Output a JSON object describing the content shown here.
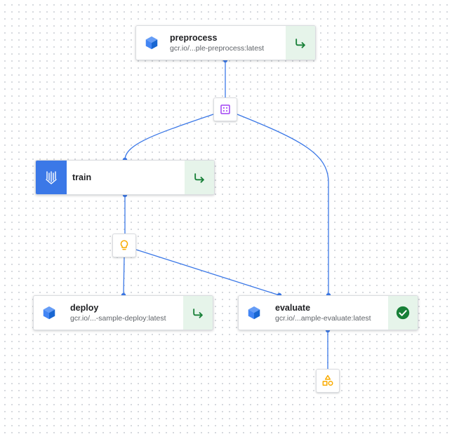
{
  "nodes": {
    "preprocess": {
      "title": "preprocess",
      "image": "gcr.io/...ple-preprocess:latest",
      "icon": "cube-icon",
      "status": "cached"
    },
    "train": {
      "title": "train",
      "image": "",
      "icon": "vertex-training-icon",
      "status": "cached"
    },
    "deploy": {
      "title": "deploy",
      "image": "gcr.io/...-sample-deploy:latest",
      "icon": "cube-icon",
      "status": "cached"
    },
    "evaluate": {
      "title": "evaluate",
      "image": "gcr.io/...ample-evaluate:latest",
      "icon": "cube-icon",
      "status": "succeeded"
    }
  },
  "artifacts": {
    "dataset": {
      "icon": "dataset-grid-icon"
    },
    "model": {
      "icon": "lightbulb-icon"
    },
    "metrics": {
      "icon": "shapes-icon"
    }
  },
  "colors": {
    "edge": "#3b78e7",
    "status_bg": "#e6f4ea",
    "status_icon": "#188038",
    "node_blue": "#3b78e7",
    "dataset_icon": "#a142f4",
    "model_icon": "#f9ab00",
    "metrics_icon": "#f9ab00"
  }
}
